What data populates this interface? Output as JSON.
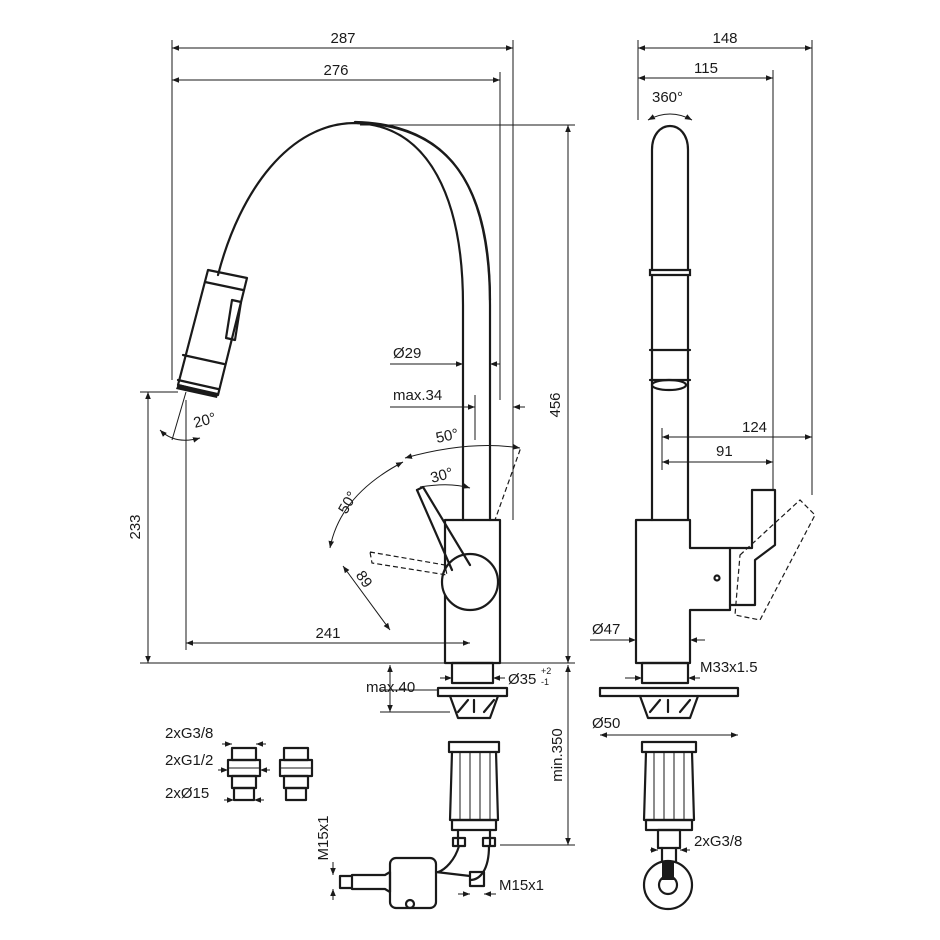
{
  "front_view": {
    "overall_width": "287",
    "spout_reach": "276",
    "total_height": "456",
    "outlet_height": "233",
    "handle_reach": "241",
    "body_diameter": "Ø29",
    "max_width": "max.34",
    "lever_angle_up": "50°",
    "lever_angle_fwd": "30°",
    "lever_angle_down": "50°",
    "lever_length": "89",
    "spray_angle": "20°",
    "base_diameter": "Ø35",
    "base_tol_upper": "+2",
    "base_tol_lower": "-1",
    "deck_thickness": "max.40",
    "hose_length": "min.350",
    "thread_vertical": "M15x1",
    "thread_horizontal": "M15x1"
  },
  "side_view": {
    "overall_depth": "148",
    "spout_depth": "115",
    "swivel_angle": "360°",
    "handle_depth_a": "124",
    "handle_depth_b": "91",
    "body_diameter": "Ø47",
    "mount_thread": "M33x1.5",
    "flange_diameter": "Ø50",
    "inlet_connection": "2xG3/8"
  },
  "adapters": {
    "label_a": "2xG3/8",
    "label_b": "2xG1/2",
    "label_c": "2xØ15"
  }
}
